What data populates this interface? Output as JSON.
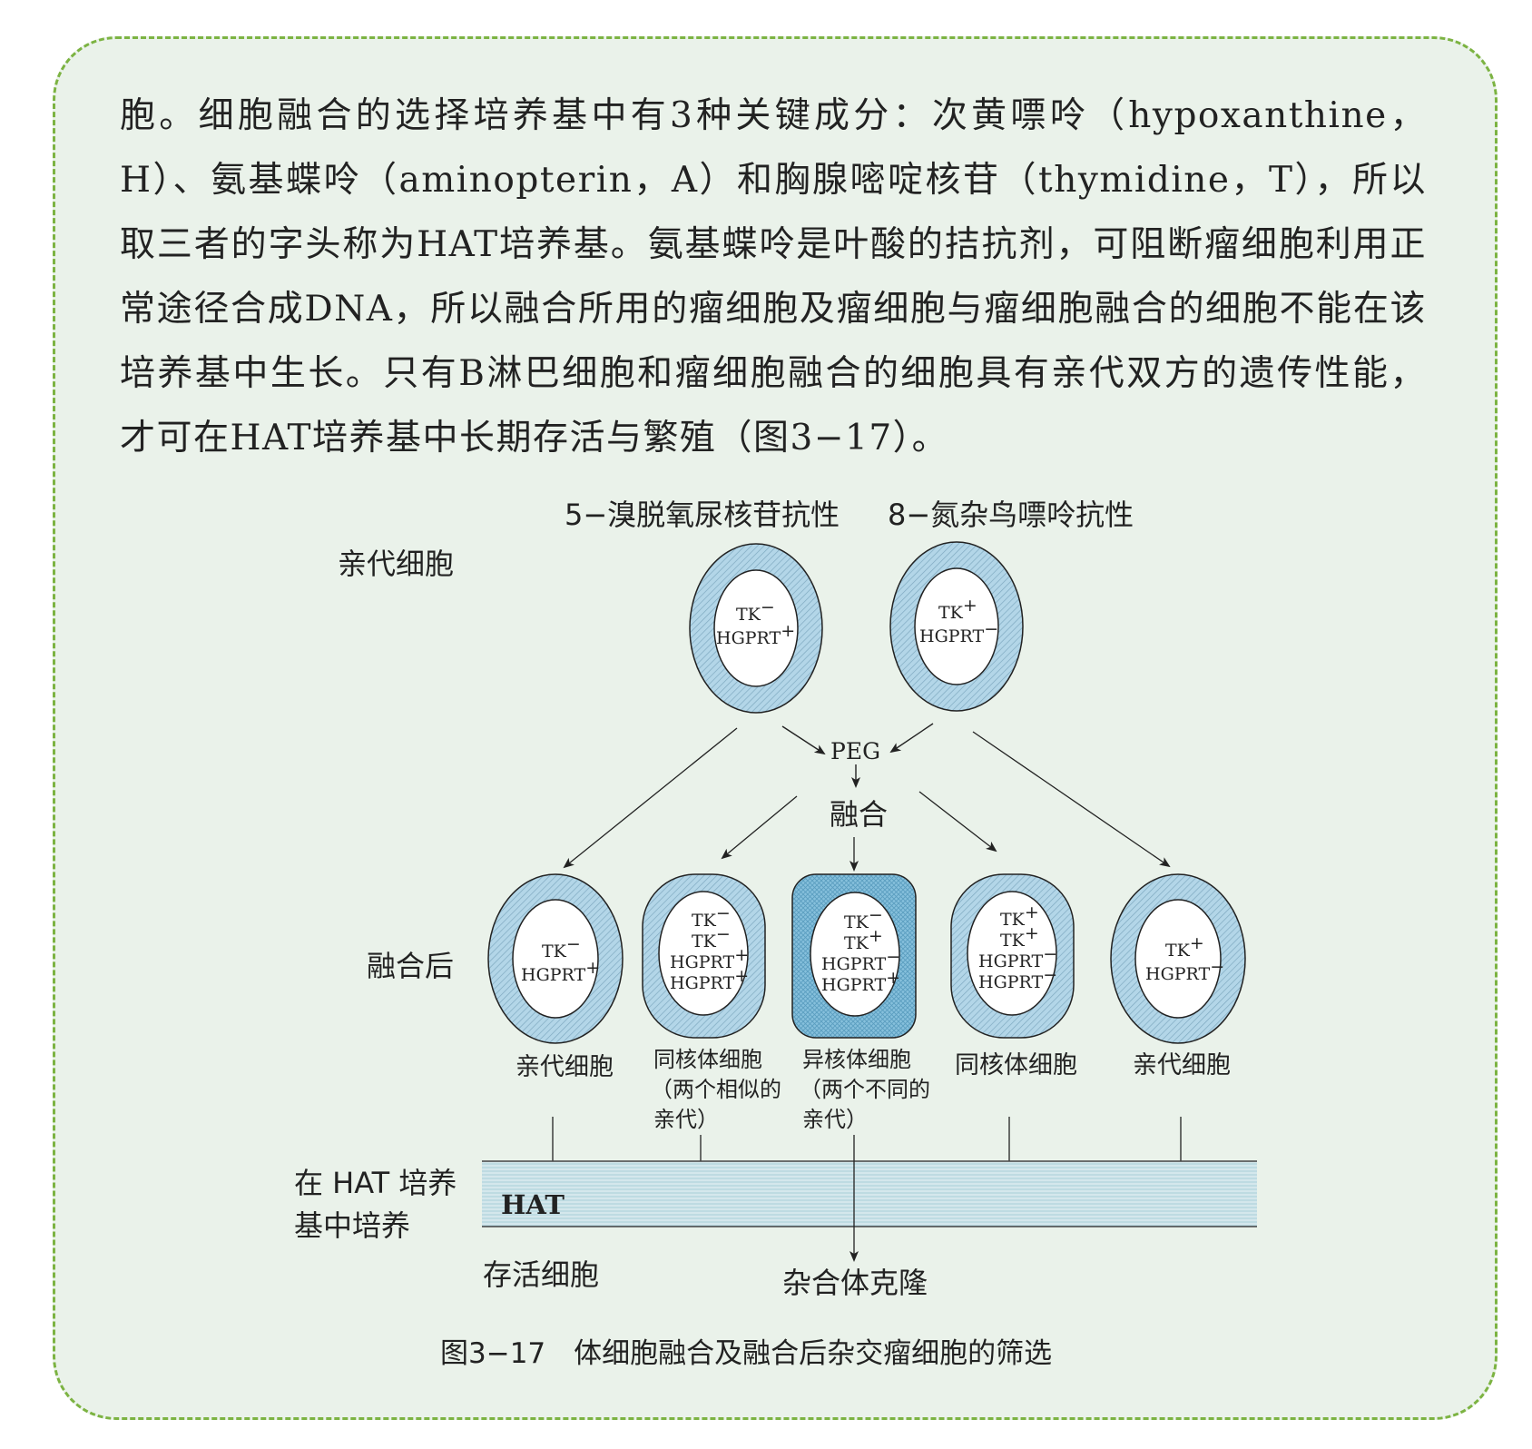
{
  "paragraph": "胞。细胞融合的选择培养基中有3种关键成分：次黄嘌呤（hypoxanthine，H）、氨基蝶呤（aminopterin，A）和胸腺嘧啶核苷（thymidine，T），所以取三者的字头称为HAT培养基。氨基蝶呤是叶酸的拮抗剂，可阻断瘤细胞利用正常途径合成DNA，所以融合所用的瘤细胞及瘤细胞与瘤细胞融合的细胞不能在该培养基中生长。只有B淋巴细胞和瘤细胞融合的细胞具有亲代双方的遗传性能，才可在HAT培养基中长期存活与繁殖（图3−17）。",
  "figure": {
    "top_left_label": "5−溴脱氧尿核苷抗性",
    "top_right_label": "8−氮杂鸟嘌呤抗性",
    "row_label_parent": "亲代细胞",
    "row_label_after_fusion": "融合后",
    "row_label_hat_line1": "在 HAT 培养",
    "row_label_hat_line2": "基中培养",
    "peg_label": "PEG",
    "fusion_label": "融合",
    "hat_label": "HAT",
    "survival_label": "存活细胞",
    "hybrid_clone_label": "杂合体克隆",
    "caption": "图3−17　体细胞融合及融合后杂交瘤细胞的筛选",
    "parent_cells": [
      {
        "line1": "TK",
        "sup1": "−",
        "line2": "HGPRT",
        "sup2": "+"
      },
      {
        "line1": "TK",
        "sup1": "+",
        "line2": "HGPRT",
        "sup2": "−"
      }
    ],
    "fused_cells": [
      {
        "lines": [
          {
            "t": "TK",
            "s": "−"
          },
          {
            "t": "HGPRT",
            "s": "+"
          }
        ],
        "label": [
          "亲代细胞"
        ]
      },
      {
        "lines": [
          {
            "t": "TK",
            "s": "−"
          },
          {
            "t": "TK",
            "s": "−"
          },
          {
            "t": "HGPRT",
            "s": "+"
          },
          {
            "t": "HGPRT",
            "s": "+"
          }
        ],
        "label": [
          "同核体细胞",
          "（两个相似的",
          "亲代）"
        ]
      },
      {
        "lines": [
          {
            "t": "TK",
            "s": "−"
          },
          {
            "t": "TK",
            "s": "+"
          },
          {
            "t": "HGPRT",
            "s": "−"
          },
          {
            "t": "HGPRT",
            "s": "+"
          }
        ],
        "label": [
          "异核体细胞",
          "（两个不同的",
          "亲代）"
        ]
      },
      {
        "lines": [
          {
            "t": "TK",
            "s": "+"
          },
          {
            "t": "TK",
            "s": "+"
          },
          {
            "t": "HGPRT",
            "s": "−"
          },
          {
            "t": "HGPRT",
            "s": "−"
          }
        ],
        "label": [
          "同核体细胞"
        ]
      },
      {
        "lines": [
          {
            "t": "TK",
            "s": "+"
          },
          {
            "t": "HGPRT",
            "s": "−"
          }
        ],
        "label": [
          "亲代细胞"
        ]
      }
    ],
    "colors": {
      "cell_fill": "#b3d6e8",
      "hybrid_fill": "#86c0dc",
      "hat_band": "#cfe4ea",
      "border": "#7cb342"
    }
  }
}
